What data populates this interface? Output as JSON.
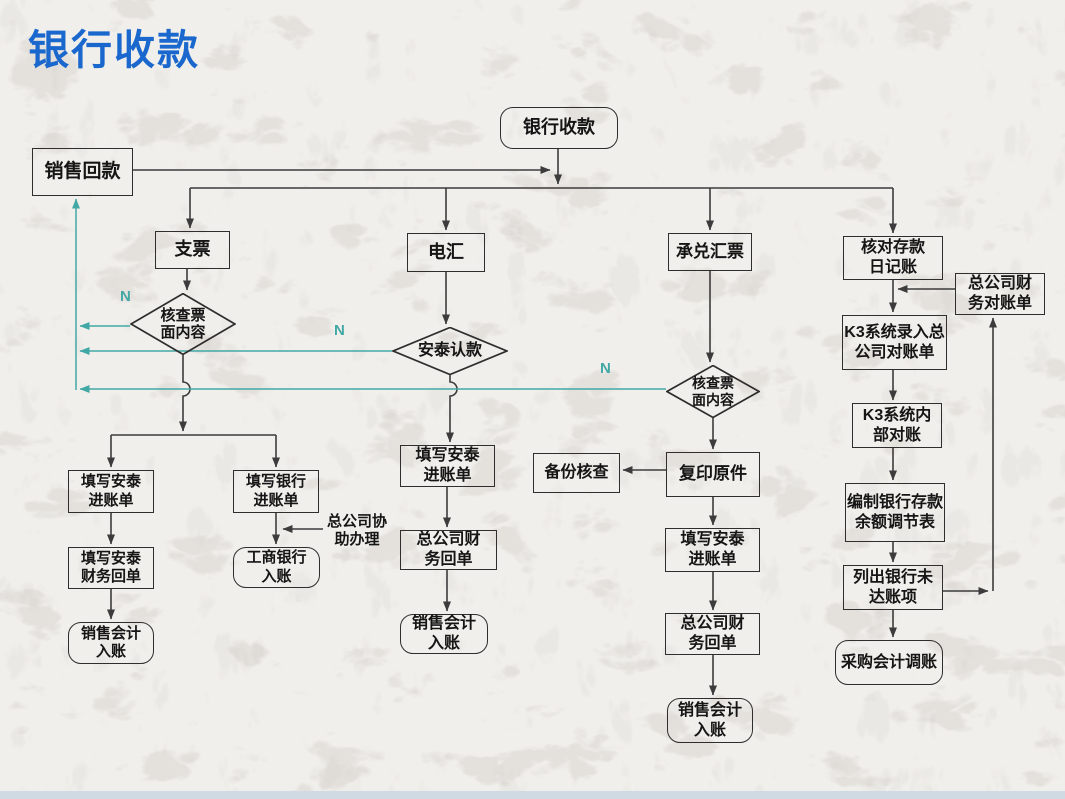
{
  "page": {
    "title": "银行收款"
  },
  "branch_labels": {
    "n1": "N",
    "n2": "N",
    "n3": "N"
  },
  "nodes": {
    "start": {
      "label": "银行收款"
    },
    "sales_return": {
      "label": "销售回款"
    },
    "cheque": {
      "label": "支票"
    },
    "wire_transfer": {
      "label": "电汇"
    },
    "acceptance_bill": {
      "label": "承兑汇票"
    },
    "check_deposit_journal": {
      "label": "核对存款\n日记账"
    },
    "hq_finance_statement": {
      "label": "总公司财\n务对账单"
    },
    "decision_check_face_cheque": {
      "label": "核查票\n面内容"
    },
    "decision_antai_confirm": {
      "label": "安泰认款"
    },
    "decision_check_face_bill": {
      "label": "核查票\n面内容"
    },
    "fill_antai_slip_cheque": {
      "label": "填写安泰\n进账单"
    },
    "fill_bank_slip": {
      "label": "填写银行\n进账单"
    },
    "fill_antai_finance_receipt": {
      "label": "填写安泰\n财务回单"
    },
    "icbc_entry": {
      "label": "工商银行\n入账"
    },
    "sales_accounting_entry_cheque": {
      "label": "销售会计\n入账"
    },
    "hq_assist_note": {
      "label": "总公司协\n助办理"
    },
    "fill_antai_slip_wire": {
      "label": "填写安泰\n进账单"
    },
    "hq_finance_receipt_wire": {
      "label": "总公司财\n务回单"
    },
    "sales_accounting_entry_wire": {
      "label": "销售会计\n入账"
    },
    "backup_check": {
      "label": "备份核查"
    },
    "copy_original": {
      "label": "复印原件"
    },
    "fill_antai_slip_bill": {
      "label": "填写安泰\n进账单"
    },
    "hq_finance_receipt_bill": {
      "label": "总公司财\n务回单"
    },
    "sales_accounting_entry_bill": {
      "label": "销售会计\n入账"
    },
    "k3_entry_statement": {
      "label": "K3系统录入总\n公司对账单"
    },
    "k3_internal_reconcile": {
      "label": "K3系统内\n部对账"
    },
    "prepare_reconciliation_table": {
      "label": "编制银行存款\n余额调节表"
    },
    "list_outstanding_items": {
      "label": "列出银行未\n达账项"
    },
    "purchase_accounting_adjust": {
      "label": "采购会计调账"
    }
  },
  "colors": {
    "accent_blue": "#1a67cd",
    "teal": "#42a8a5",
    "line": "#3c3c3c"
  }
}
